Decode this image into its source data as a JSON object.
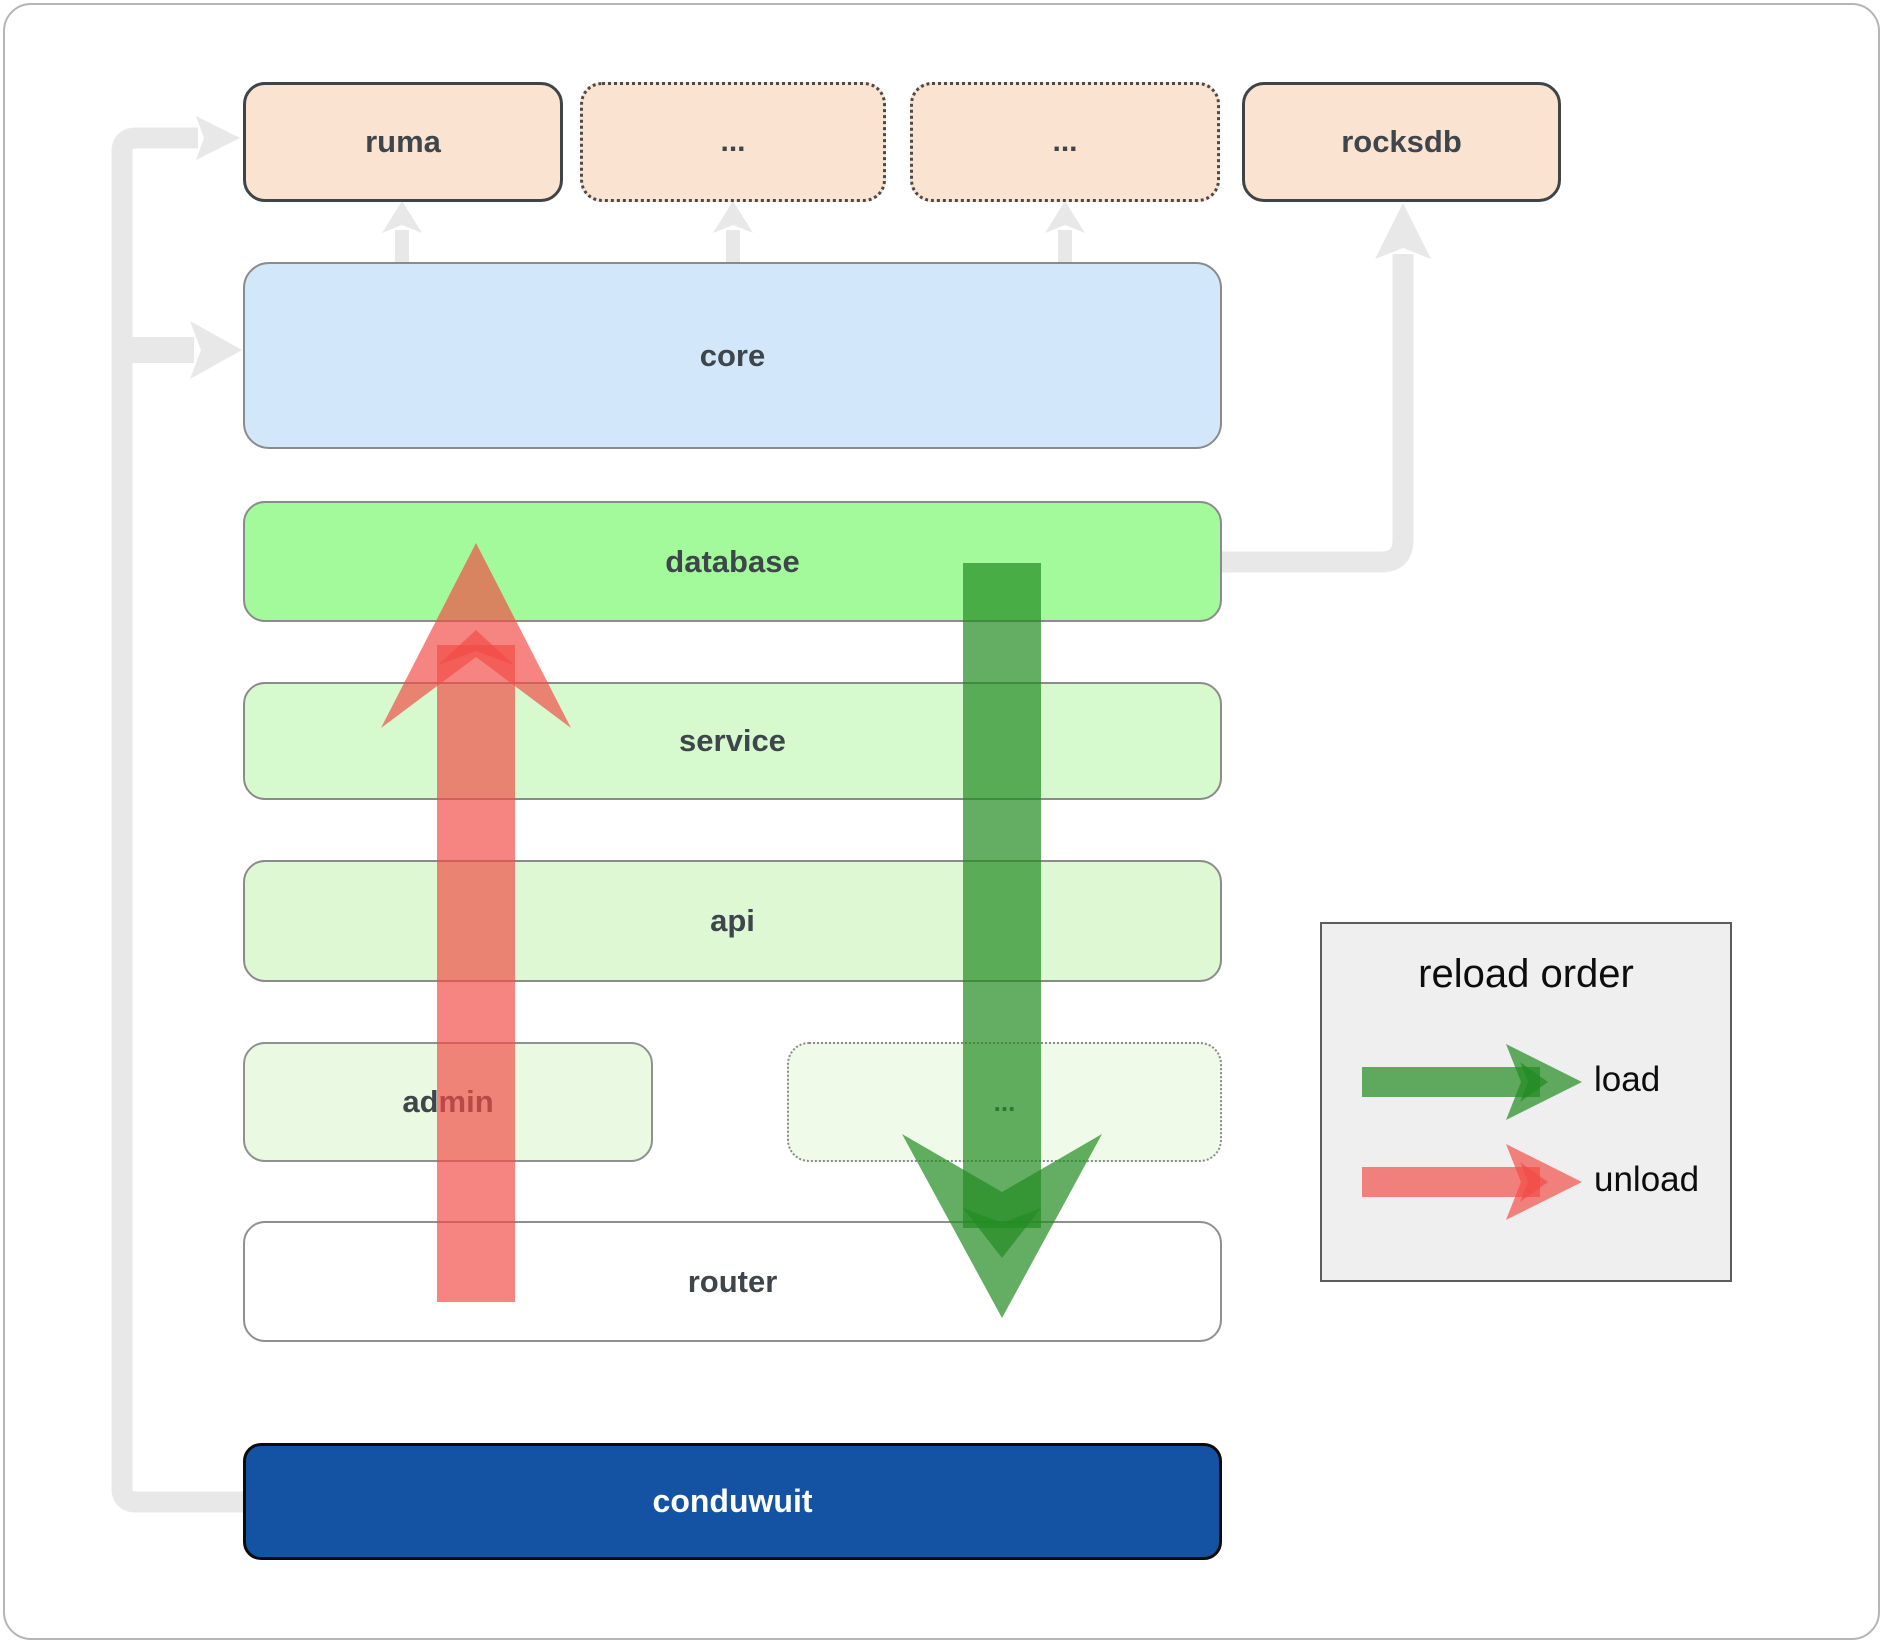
{
  "diagram": {
    "title": "conduwuit architecture reload-order diagram",
    "top_row": [
      {
        "id": "ruma",
        "label": "ruma",
        "border": "solid"
      },
      {
        "id": "ellipsis-1",
        "label": "...",
        "border": "dotted"
      },
      {
        "id": "ellipsis-2",
        "label": "...",
        "border": "dotted"
      },
      {
        "id": "rocksdb",
        "label": "rocksdb",
        "border": "solid"
      }
    ],
    "layers": [
      {
        "id": "core",
        "label": "core"
      },
      {
        "id": "database",
        "label": "database"
      },
      {
        "id": "service",
        "label": "service"
      },
      {
        "id": "api",
        "label": "api"
      },
      {
        "id": "admin",
        "label": "admin"
      },
      {
        "id": "admin-ellipsis",
        "label": "...",
        "border": "dotted"
      },
      {
        "id": "router",
        "label": "router"
      },
      {
        "id": "conduwuit",
        "label": "conduwuit"
      }
    ],
    "legend": {
      "title": "reload order",
      "items": [
        {
          "label": "load",
          "color": "#228B22",
          "direction": "down"
        },
        {
          "label": "unload",
          "color": "#f24b45",
          "direction": "up"
        }
      ]
    },
    "colors": {
      "load_green": "#228B22",
      "unload_red": "#f24b45",
      "connector_gray": "#e8e8e8",
      "top_row_fill": "#fbe3d2",
      "core_fill": "#d2e7fa",
      "database_fill": "#a3fa9b",
      "service_fill": "#d7f9ce",
      "api_fill": "#ddf8d3",
      "admin_fill": "#e9f9e2",
      "router_fill": "#ffffff",
      "conduwuit_fill": "#1453a4",
      "legend_fill": "#efefef",
      "label_text": "#3f464b"
    }
  }
}
